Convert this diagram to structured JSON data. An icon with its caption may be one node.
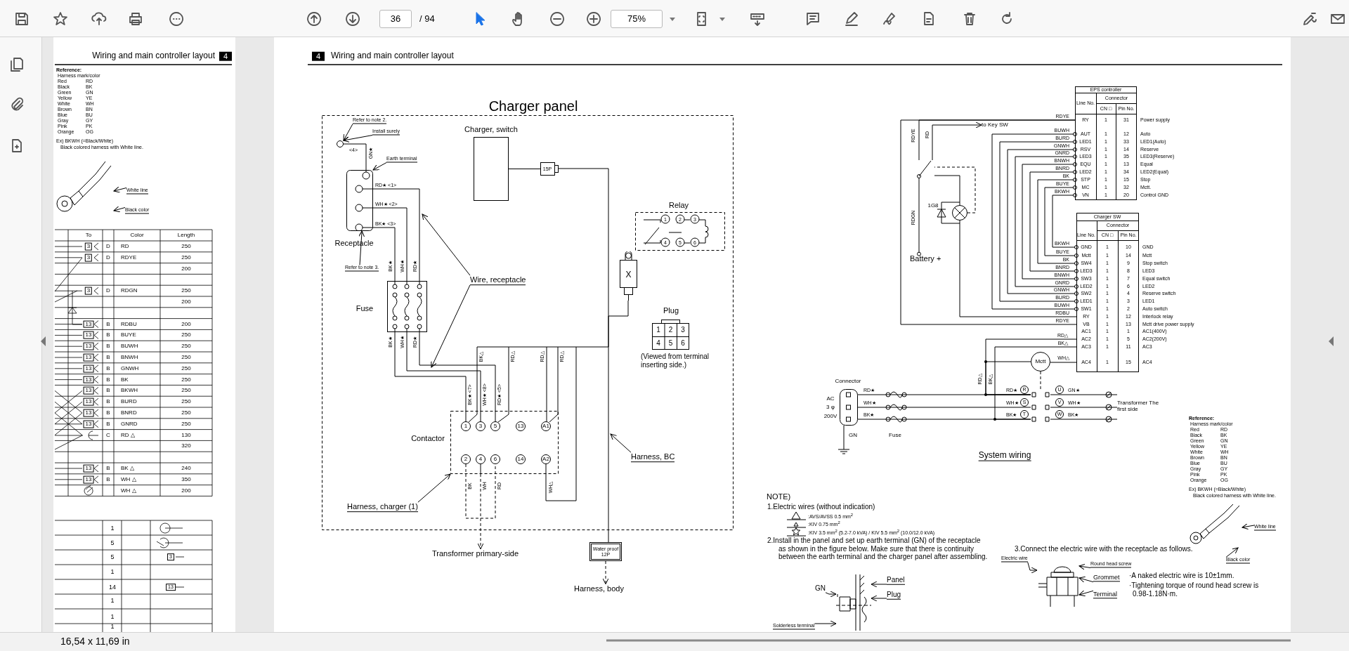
{
  "diagram": {
    "nodes": [
      {
        "text": [
          "Charger panel"
        ]
      },
      {
        "text": [
          "Charger, switch"
        ],
        "in": 0
      },
      {
        "text": [
          "15P"
        ],
        "in": 0
      },
      {
        "text": [
          "Receptacle"
        ],
        "in": 0
      },
      {
        "text": [],
        "shape": "circle",
        "in": 0
      },
      {
        "text": [
          "Fuse"
        ],
        "in": 0
      },
      {
        "text": [
          "Relay"
        ],
        "in": 0
      },
      {
        "text": [
          "X"
        ],
        "in": 0
      },
      {
        "text": [
          "Plug",
          "1",
          "2",
          "3",
          "4",
          "5",
          "6"
        ],
        "beside": [
          "(Viewed from terminal inserting side.)"
        ],
        "in": 0
      },
      {
        "text": [
          "Contactor"
        ],
        "in": 0
      },
      {
        "text": [
          "Refer to note 2."
        ],
        "in": 0
      },
      {
        "text": [
          "Install surely"
        ],
        "in": 0
      },
      {
        "text": [
          "Earth terminal"
        ],
        "in": 0
      },
      {
        "text": [
          "Refer to note 3."
        ],
        "in": 0
      },
      {
        "text": [
          "Wire, receptacle"
        ],
        "in": 0
      },
      {
        "text": [
          "Harness, BC"
        ],
        "in": 0
      },
      {
        "text": [
          "Harness, charger (1)"
        ],
        "in": 0
      },
      {
        "text": [
          "Water proof 12P"
        ]
      },
      {
        "text": [
          "Transformer primary-side"
        ]
      },
      {
        "text": [
          "Harness, body"
        ]
      },
      {
        "text": [
          "EPS controller"
        ]
      },
      {
        "text": [
          "Charger SW"
        ]
      },
      {
        "text": [
          "to Key SW"
        ]
      },
      {
        "text": [
          "Battery +"
        ]
      },
      {
        "text": [],
        "shape": "circle"
      },
      {
        "text": [
          "Connector"
        ]
      },
      {
        "text": [
          "Mctt"
        ]
      },
      {
        "text": [
          "Transformer The first side"
        ]
      },
      {
        "text": [
          "Panel"
        ]
      },
      {
        "text": [
          "Plug"
        ]
      },
      {
        "text": [
          "GN"
        ]
      },
      {
        "text": [
          "Solderless terminal"
        ]
      },
      {
        "text": [
          "Electric wire"
        ]
      },
      {
        "text": [
          "Round head screw"
        ]
      },
      {
        "text": [
          "Grommet"
        ]
      },
      {
        "text": [
          "Terminal"
        ]
      },
      {
        "text": [
          "White line"
        ]
      },
      {
        "text": [
          "Black color"
        ]
      },
      {
        "text": [
          "White line"
        ]
      },
      {
        "text": [
          "Black color"
        ]
      },
      {
        "text": [],
        "shape": "switch"
      },
      {
        "text": [],
        "shape": "picture"
      },
      {
        "text": [],
        "shape": "picture"
      },
      {
        "text": [],
        "shape": "picture"
      },
      {
        "text": [],
        "shape": "picture"
      },
      {
        "text": [],
        "shape": "picture"
      }
    ],
    "edges": [
      {
        "from": 4,
        "to": 3,
        "arrow": "none"
      },
      {
        "from": 3,
        "to": 5,
        "arrow": "none"
      },
      {
        "from": 3,
        "to": 5,
        "arrow": "none"
      },
      {
        "from": 3,
        "to": 5,
        "arrow": "none"
      },
      {
        "from": 5,
        "to": 9,
        "arrow": "none"
      },
      {
        "from": 5,
        "to": 9,
        "arrow": "none"
      },
      {
        "from": 5,
        "to": 9,
        "arrow": "none"
      },
      {
        "from": 14,
        "to": null,
        "arrow": "to"
      },
      {
        "from": 14,
        "to": null,
        "arrow": "to"
      },
      {
        "from": 1,
        "to": 2,
        "arrow": "none"
      },
      {
        "from": 2,
        "to": 9,
        "arrow": "none"
      },
      {
        "from": 7,
        "to": 17,
        "arrow": "none"
      },
      {
        "from": 9,
        "to": 18,
        "arrow": "to",
        "style": "dashed"
      },
      {
        "from": 17,
        "to": 19,
        "arrow": "to",
        "style": "dashed"
      },
      {
        "from": 15,
        "to": null,
        "arrow": "to"
      },
      {
        "from": 16,
        "to": 9,
        "arrow": "to"
      },
      {
        "from": 10,
        "to": 4,
        "arrow": "to"
      },
      {
        "from": 11,
        "to": 4,
        "arrow": "to"
      },
      {
        "from": 12,
        "to": 3,
        "arrow": "to"
      },
      {
        "from": 13,
        "to": 3,
        "arrow": "to"
      },
      {
        "from": 20,
        "to": 21,
        "arrow": "other"
      },
      {
        "from": 20,
        "to": 21,
        "arrow": "other"
      },
      {
        "from": 20,
        "to": 21,
        "arrow": "other"
      },
      {
        "from": 20,
        "to": 21,
        "arrow": "other"
      },
      {
        "from": 20,
        "to": 21,
        "arrow": "other"
      },
      {
        "from": 20,
        "to": 21,
        "arrow": "other"
      },
      {
        "from": 20,
        "to": 21,
        "arrow": "other"
      },
      {
        "from": 20,
        "to": 21,
        "arrow": "other"
      },
      {
        "from": 20,
        "to": 21,
        "arrow": "other"
      },
      {
        "from": 20,
        "to": 40,
        "arrow": "none"
      },
      {
        "from": 21,
        "to": 20,
        "arrow": "none"
      },
      {
        "from": 40,
        "to": 22,
        "arrow": "to"
      },
      {
        "from": 23,
        "to": 40,
        "arrow": "other"
      },
      {
        "from": 24,
        "to": 21,
        "arrow": "none"
      },
      {
        "from": 25,
        "to": 45,
        "arrow": "none"
      },
      {
        "from": 25,
        "to": 45,
        "arrow": "none"
      },
      {
        "from": 25,
        "to": 45,
        "arrow": "none"
      },
      {
        "from": 21,
        "to": 26,
        "arrow": "none"
      },
      {
        "from": 21,
        "to": 45,
        "arrow": "none"
      },
      {
        "from": 21,
        "to": 45,
        "arrow": "none"
      },
      {
        "from": 28,
        "to": 41,
        "arrow": "to"
      },
      {
        "from": 29,
        "to": 41,
        "arrow": "to"
      },
      {
        "from": 30,
        "to": 41,
        "arrow": "to"
      },
      {
        "from": 31,
        "to": 41,
        "arrow": "to"
      },
      {
        "from": 32,
        "to": 42,
        "arrow": "to"
      },
      {
        "from": 33,
        "to": 42,
        "arrow": "to"
      },
      {
        "from": 34,
        "to": 42,
        "arrow": "to"
      },
      {
        "from": 35,
        "to": 42,
        "arrow": "to"
      },
      {
        "from": 36,
        "to": 43,
        "arrow": "to"
      },
      {
        "from": 37,
        "to": 43,
        "arrow": "to"
      },
      {
        "from": 38,
        "to": 44,
        "arrow": "to"
      },
      {
        "from": 39,
        "to": 44,
        "arrow": "to"
      },
      {
        "from": 24,
        "to": 40,
        "arrow": "none",
        "style": "dashed"
      },
      {
        "from": 24,
        "to": 40,
        "arrow": "none"
      },
      {
        "from": 26,
        "to": 45,
        "arrow": "none"
      },
      {
        "from": 26,
        "to": 45,
        "arrow": "none",
        "style": "dashed"
      },
      {
        "from": 45,
        "to": 27,
        "arrow": "none"
      },
      {
        "from": 45,
        "to": 27,
        "arrow": "none"
      },
      {
        "from": 45,
        "to": 27,
        "arrow": "none"
      }
    ],
    "labels": [
      "36",
      "/ 94",
      "75%",
      "Wiring and main controller layout",
      "4",
      "Reference:",
      "Harness mark/color",
      "Red",
      "RD",
      "Black",
      "BK",
      "Green",
      "GN",
      "Yellow",
      "YE",
      "White",
      "WH",
      "Brown",
      "BN",
      "Blue",
      "BU",
      "Gray",
      "GY",
      "Pink",
      "PK",
      "Orange",
      "OG",
      "Ex) BKWH (=Black/White)",
      "Black colored harness with White line.",
      "To",
      "Color",
      "Length",
      "3",
      "D",
      "RD",
      "250",
      "3",
      "D",
      "RDYE",
      "250",
      "200",
      "3",
      "D",
      "RDGN",
      "250",
      "200",
      "13",
      "B",
      "RDBU",
      "200",
      "13",
      "B",
      "BUYE",
      "250",
      "13",
      "B",
      "BUWH",
      "250",
      "13",
      "B",
      "BNWH",
      "250",
      "13",
      "B",
      "GNWH",
      "250",
      "13",
      "B",
      "BK",
      "250",
      "13",
      "B",
      "BKWH",
      "250",
      "13",
      "B",
      "BURD",
      "250",
      "13",
      "B",
      "BNRD",
      "250",
      "13",
      "B",
      "GNRD",
      "250",
      "C",
      "RD △",
      "130",
      "320",
      "13",
      "B",
      "BK △",
      "240",
      "13",
      "B",
      "WH △",
      "350",
      "WH △",
      "200",
      "1",
      "5",
      "5",
      "3",
      "1",
      "14",
      "13",
      "1",
      "1",
      "1",
      "4",
      "Wiring and main controller layout",
      "<4>",
      "GN★",
      "RD★ <1>",
      "WH★ <2>",
      "BK★ <3>",
      "BK★",
      "WH★",
      "RD★",
      "BK★",
      "WH★",
      "RD★",
      "1",
      "2",
      "3",
      "4",
      "5",
      "6",
      "BK★ <7>",
      "WH★ <8>",
      "RD★ <5>",
      "BK△",
      "RD△",
      "RD△",
      "RD△",
      "1",
      "3",
      "5",
      "13",
      "A1",
      "2",
      "4",
      "6",
      "14",
      "A2",
      "BK",
      "WH",
      "RD",
      "WH△",
      "Line No.",
      "Connector",
      "CN □",
      "Pin No.",
      "RY",
      "1",
      "31",
      "Power supply",
      "AUT",
      "1",
      "12",
      "Auto",
      "LED1",
      "1",
      "33",
      "LED1(Auto)",
      "RSV",
      "1",
      "14",
      "Reserve",
      "LED3",
      "1",
      "35",
      "LED3(Reserve)",
      "EQU",
      "1",
      "13",
      "Equal",
      "LED2",
      "1",
      "34",
      "LED2(Equal)",
      "STP",
      "1",
      "15",
      "Stop",
      "MC",
      "1",
      "32",
      "Mctt.",
      "VN",
      "1",
      "20",
      "Control GND",
      "RDYE",
      "BUWH",
      "BURD",
      "GNWH",
      "GNRD",
      "BNWH",
      "BNRD",
      "BK",
      "BUYE",
      "BKWH",
      "Line No.",
      "Connector",
      "CN □",
      "Pin No.",
      "GND",
      "1",
      "10",
      "GND",
      "Mctt",
      "1",
      "14",
      "Mctt",
      "SW4",
      "1",
      "9",
      "Stop switch",
      "LED3",
      "1",
      "8",
      "LED3",
      "SW3",
      "1",
      "7",
      "Equal switch",
      "LED2",
      "1",
      "6",
      "LED2",
      "SW2",
      "1",
      "4",
      "Reserve switch",
      "LED1",
      "1",
      "3",
      "LED1",
      "SW1",
      "1",
      "2",
      "Auto switch",
      "RY",
      "1",
      "12",
      "Interlock relay",
      "VB",
      "1",
      "13",
      "Mctt drive power supply",
      "AC1",
      "1",
      "1",
      "AC1(400V)",
      "AC2",
      "1",
      "5",
      "AC2(200V)",
      "AC3",
      "1",
      "11",
      "AC3",
      "AC4",
      "1",
      "15",
      "AC4",
      "BKWH",
      "BUYE",
      "BK",
      "BNRD",
      "BNWH",
      "GNRD",
      "GNWH",
      "BURD",
      "BUWH",
      "RDBU",
      "RDYE",
      "RD△",
      "BK△",
      "WH△",
      "RDYE",
      "RD",
      "1G8",
      "RDGN",
      "AC",
      "3 φ",
      "200V",
      "RD★",
      "WH★",
      "BK★",
      "GN",
      "Fuse",
      "RD△",
      "BK△",
      "RD★",
      "R",
      "U",
      "GN★",
      "WH★",
      "S",
      "V",
      "WH★",
      "BK★",
      "T",
      "W",
      "BK★",
      "System wiring",
      "Reference:",
      "Harness mark/color",
      "Red",
      "RD",
      "Black",
      "BK",
      "Green",
      "GN",
      "Yellow",
      "YE",
      "White",
      "WH",
      "Brown",
      "BN",
      "Blue",
      "BU",
      "Gray",
      "GY",
      "Pink",
      "PK",
      "Orange",
      "OG",
      "Ex) BKWH (=Black/White)",
      "Black colored harness with White line.",
      "NOTE)",
      "1.Electric wires (without indication)",
      ":AVS/AVSS 0.5 mm$^{2}$",
      ":KIV 0.75 mm$^{2}$",
      ":KIV 3.5 mm$^{2}$ (5.2-7.0 kVA) / KIV 5.5 mm$^{2}$ (10.0/12.0 kVA)",
      "2.Install in the panel and set up earth terminal (GN) of the receptacle as shown in the figure below. Make sure that there is continuity between the earth terminal and the charger panel after assembling.",
      "3.Connect the electric wire with the receptacle as follows.",
      "·A naked electric wire is 10±1mm.",
      "·Tightening torque of round head screw is 0.98-1.18N·m.",
      "16,54 x 11,69 in"
    ]
  }
}
